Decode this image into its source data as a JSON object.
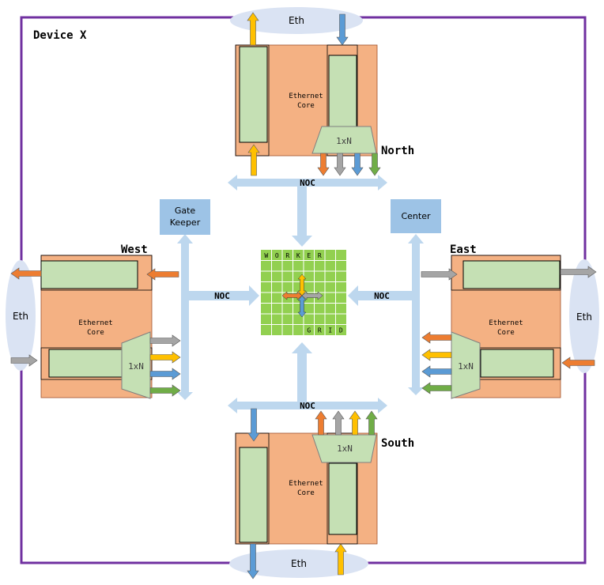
{
  "device_label": "Device X",
  "eth_label": "Eth",
  "core_label_line1": "Ethernet",
  "core_label_line2": "Core",
  "mux_label": "1xN",
  "noc_label": "NOC",
  "direction_labels": {
    "north": "North",
    "south": "South",
    "east": "East",
    "west": "West"
  },
  "gatekeeper": {
    "line1": "Gate",
    "line2": "Keeper"
  },
  "center_label": "Center",
  "grid_top_letters": [
    "W",
    "O",
    "R",
    "K",
    "E",
    "R"
  ],
  "grid_bottom_letters": [
    "G",
    "R",
    "I",
    "D"
  ],
  "colors": {
    "border": "#7030a0",
    "core": "#f4b183",
    "buffer": "#c5e0b4",
    "noc": "#bdd7ee",
    "eth": "#dae3f3",
    "grid": "#92d050",
    "box": "#9dc3e6",
    "orange": "#ed7d31",
    "gold": "#ffc000",
    "blue": "#5b9bd5",
    "gray": "#a5a5a5",
    "green": "#70ad47"
  }
}
